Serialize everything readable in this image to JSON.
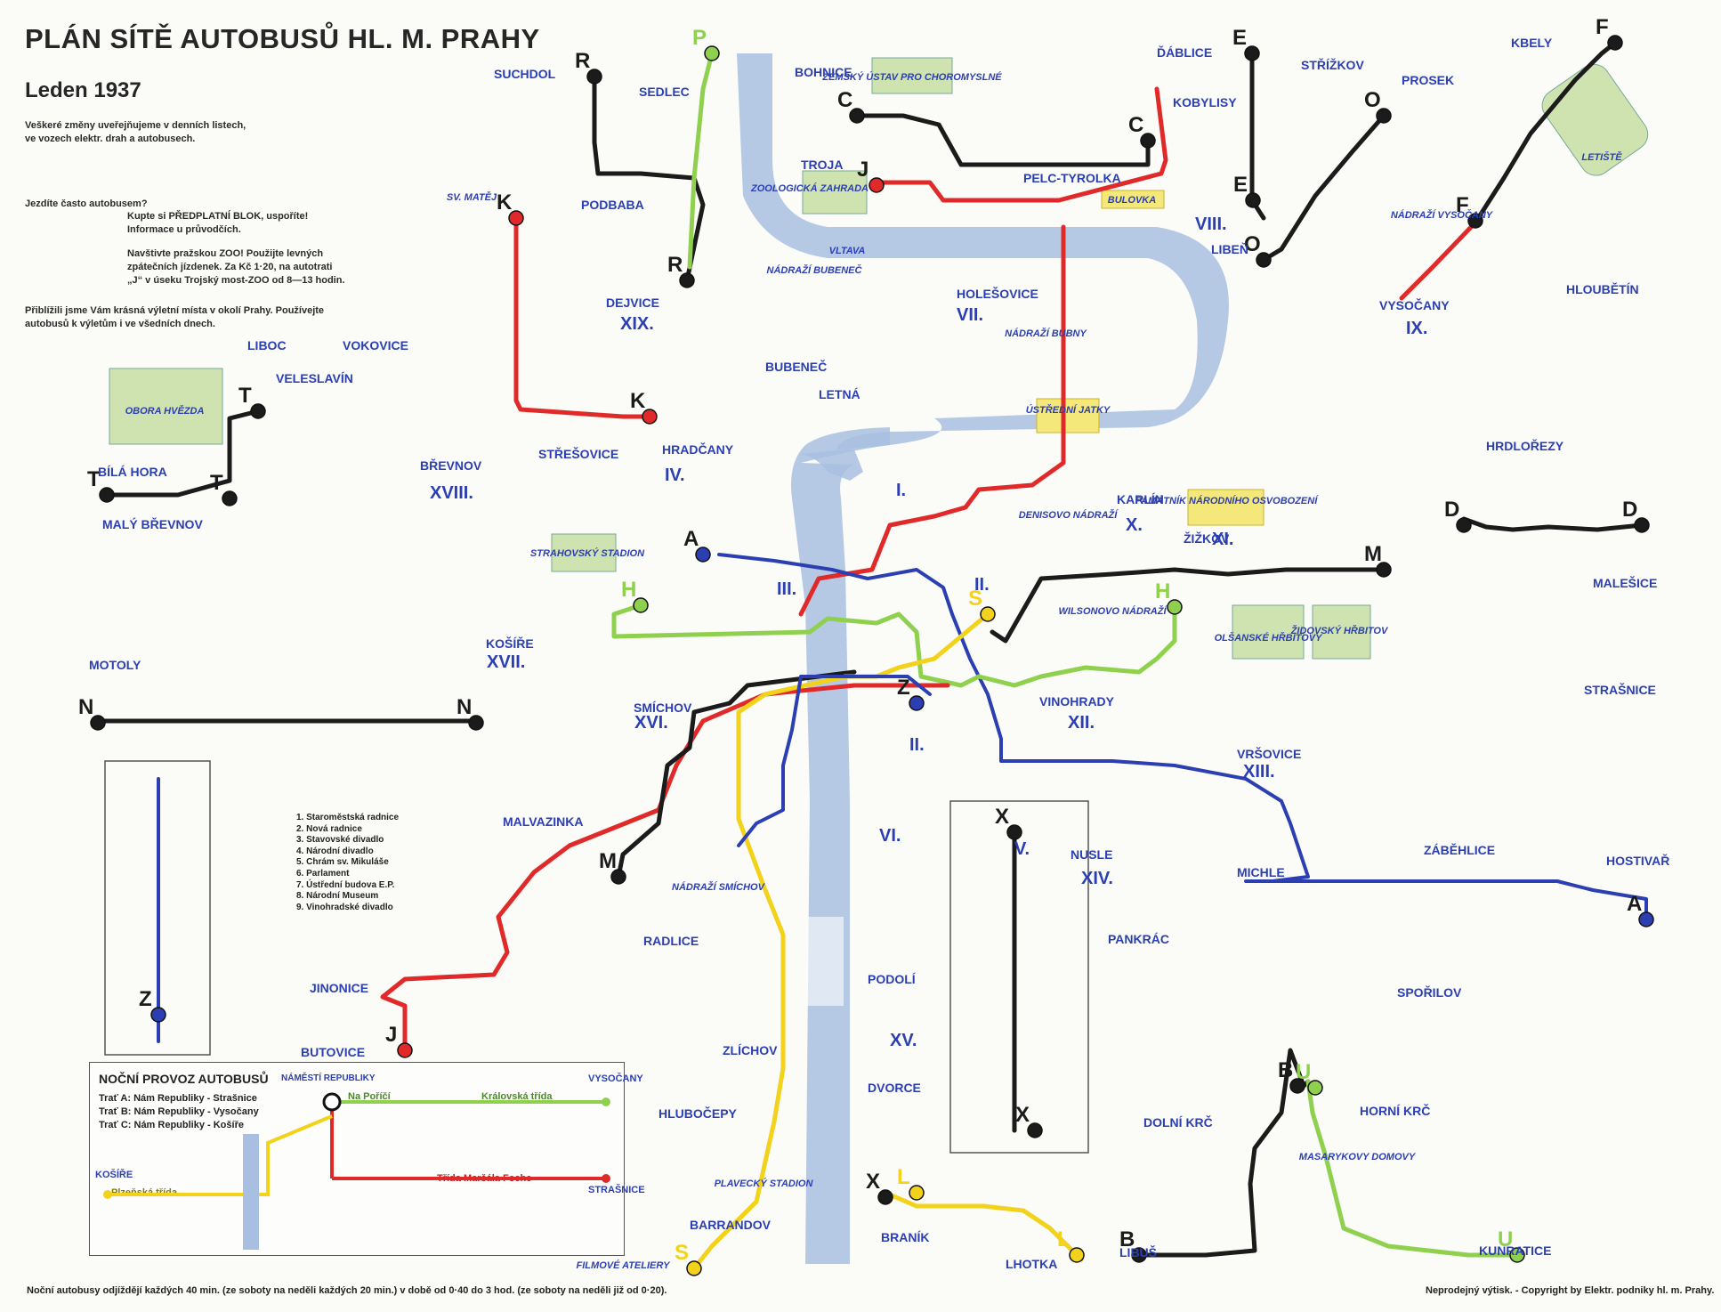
{
  "header": {
    "title": "PLÁN SÍTĚ AUTOBUSŮ HL. M. PRAHY",
    "subtitle": "Leden 1937",
    "notice_1": "Veškeré změny uveřejňujeme v denních listech, ve vozech elektr. drah a autobusech.",
    "notice_2_q": "Jezdíte často autobusem?",
    "notice_2": "Kupte si PŘEDPLATNÍ BLOK, uspoříte! Informace u průvodčích.",
    "notice_3": "Navštivte pražskou ZOO! Použijte levných zpátečních jízdenek. Za Kč 1·20, na autotrati „J“ v úseku Trojský most-ZOO od 8—13 hodin.",
    "notice_4": "Přiblížili jsme Vám krásná výletní místa v okolí Prahy. Používejte autobusů k výletům i ve všedních dnech."
  },
  "legend": {
    "items": [
      "1. Staroměstská radnice",
      "2. Nová radnice",
      "3. Stavovské divadlo",
      "4. Národní divadlo",
      "5. Chrám sv. Mikuláše",
      "6. Parlament",
      "7. Ústřední budova E.P.",
      "8. Národní Museum",
      "9. Vinohradské divadlo"
    ]
  },
  "night": {
    "title": "NOČNÍ PROVOZ AUTOBUSŮ",
    "lines": [
      "Trať A: Nám Republiky - Strašnice",
      "Trať B: Nám Republiky - Vysočany",
      "Trať C: Nám Republiky - Košíře"
    ],
    "places": [
      "NÁMĚSTÍ REPUBLIKY",
      "VYSOČANY",
      "STRAŠNICE",
      "KOŠÍŘE",
      "Na Poříčí",
      "Královská třída",
      "Plzeňská třída",
      "Třída Maršála Foche"
    ]
  },
  "footer": {
    "left": "Noční autobusy odjíždějí každých 40 min. (ze soboty na neděli každých 20 min.) v době od 0·40 do 3 hod. (ze soboty na neděli již od 0·20).",
    "right": "Neprodejný výtisk. - Copyright by Elektr. podniky hl. m. Prahy."
  },
  "districts": [
    {
      "name": "SUCHDOL"
    },
    {
      "name": "SEDLEC"
    },
    {
      "name": "BOHNICE"
    },
    {
      "name": "TROJA"
    },
    {
      "name": "PODBABA"
    },
    {
      "name": "DEJVICE"
    },
    {
      "name": "ĎÁBLICE"
    },
    {
      "name": "KOBYLISY"
    },
    {
      "name": "STŘÍŽKOV"
    },
    {
      "name": "PROSEK"
    },
    {
      "name": "KBELY"
    },
    {
      "name": "PELC-TYROLKA"
    },
    {
      "name": "LIBEŇ"
    },
    {
      "name": "VYSOČANY"
    },
    {
      "name": "HLOUBĚTÍN"
    },
    {
      "name": "HOLEŠOVICE"
    },
    {
      "name": "BUBENEČ"
    },
    {
      "name": "LETNÁ"
    },
    {
      "name": "LIBOC"
    },
    {
      "name": "VOKOVICE"
    },
    {
      "name": "VELESLAVÍN"
    },
    {
      "name": "BÍLÁ HORA"
    },
    {
      "name": "MALÝ BŘEVNOV"
    },
    {
      "name": "BŘEVNOV"
    },
    {
      "name": "STŘEŠOVICE"
    },
    {
      "name": "HRADČANY"
    },
    {
      "name": "HRDLOŘEZY"
    },
    {
      "name": "KARLÍN"
    },
    {
      "name": "ŽIŽKOV"
    },
    {
      "name": "MALEŠICE"
    },
    {
      "name": "MOTOLY"
    },
    {
      "name": "KOŠÍŘE"
    },
    {
      "name": "SMÍCHOV"
    },
    {
      "name": "VINOHRADY"
    },
    {
      "name": "STRAŠNICE"
    },
    {
      "name": "VRŠOVICE"
    },
    {
      "name": "MALVAZINKA"
    },
    {
      "name": "NUSLE"
    },
    {
      "name": "MICHLE"
    },
    {
      "name": "ZÁBĚHLICE"
    },
    {
      "name": "HOSTIVAŘ"
    },
    {
      "name": "RADLICE"
    },
    {
      "name": "PANKRÁC"
    },
    {
      "name": "PODOLÍ"
    },
    {
      "name": "SPOŘILOV"
    },
    {
      "name": "JINONICE"
    },
    {
      "name": "BUTOVICE"
    },
    {
      "name": "ZLÍCHOV"
    },
    {
      "name": "DVORCE"
    },
    {
      "name": "HLUBOČEPY"
    },
    {
      "name": "DOLNÍ KRČ"
    },
    {
      "name": "HORNÍ KRČ"
    },
    {
      "name": "BARRANDOV"
    },
    {
      "name": "BRANÍK"
    },
    {
      "name": "LHOTKA"
    },
    {
      "name": "LIBUŠ"
    },
    {
      "name": "KUNRATICE"
    }
  ],
  "roman_numerals": [
    "XIX.",
    "VIII.",
    "IX.",
    "VII.",
    "IV.",
    "XVIII.",
    "I.",
    "II.",
    "III.",
    "X.",
    "XI.",
    "XVII.",
    "XVI.",
    "XII.",
    "XIII.",
    "II.",
    "VI.",
    "XIV.",
    "XV.",
    "V."
  ],
  "pois": [
    "ZEMSKÝ ÚSTAV PRO CHOROMYSLNÉ",
    "ZOOLOGICKÁ ZAHRADA",
    "BULOVKA",
    "NÁDRAŽÍ BUBENEČ",
    "NÁDRAŽÍ VYSOČANY",
    "LETIŠTĚ",
    "SV. MATĚJ",
    "OBORA HVĚZDA",
    "NÁDRAŽÍ BUBNY",
    "ÚSTŘEDNÍ JATKY",
    "PAMÁTNÍK NÁRODNÍHO OSVOBOZENÍ",
    "DENISOVO NÁDRAŽÍ",
    "STRAHOVSKÝ STADION",
    "WILSONOVO NÁDRAŽÍ",
    "OLŠANSKÉ HŘBITOVY",
    "ŽIDOVSKÝ HŘBITOV",
    "NÁDRAŽÍ SMÍCHOV",
    "MASARYKOVY DOMOVY",
    "PLAVECKÝ STADION",
    "FILMOVÉ ATELIERY",
    "VLTAVA"
  ],
  "terminals": [
    "A",
    "B",
    "C",
    "D",
    "E",
    "F",
    "H",
    "J",
    "K",
    "L",
    "M",
    "N",
    "O",
    "P",
    "R",
    "S",
    "T",
    "U",
    "X",
    "Z"
  ],
  "line_colors": {
    "black": "#1b1b1b",
    "red": "#e02a2a",
    "blue": "#2b3fb3",
    "green": "#8fd14f",
    "yellow": "#f2d21b",
    "river": "#9fb7dc",
    "park": "#cfe3b0"
  }
}
